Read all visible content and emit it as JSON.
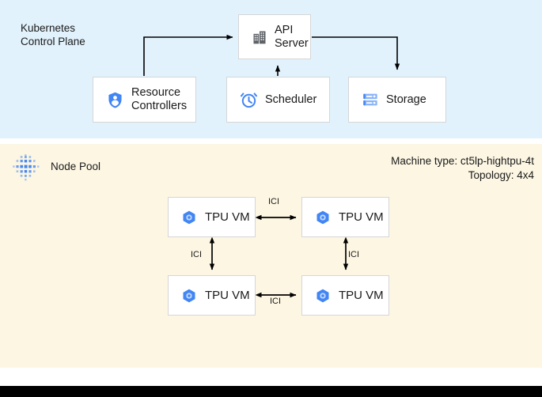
{
  "control_plane": {
    "title": "Kubernetes\nControl Plane",
    "background_color": "#e1f2fc",
    "boxes": [
      {
        "id": "api-server",
        "label": "API\nServer",
        "icon": "building-icon"
      },
      {
        "id": "resource-controllers",
        "label": "Resource\nControllers",
        "icon": "shield-user-icon"
      },
      {
        "id": "scheduler",
        "label": "Scheduler",
        "icon": "alarm-clock-icon"
      },
      {
        "id": "storage",
        "label": "Storage",
        "icon": "database-icon"
      }
    ]
  },
  "node_pool": {
    "label": "Node Pool",
    "icon": "node-pool-dots-icon",
    "background_color": "#fcf6e3",
    "machine_type": "Machine type: ct5lp-hightpu-4t",
    "topology": "Topology: 4x4",
    "vms": [
      {
        "id": "tpu-vm-1",
        "label": "TPU VM",
        "icon": "tpu-hexagon-icon"
      },
      {
        "id": "tpu-vm-2",
        "label": "TPU VM",
        "icon": "tpu-hexagon-icon"
      },
      {
        "id": "tpu-vm-3",
        "label": "TPU VM",
        "icon": "tpu-hexagon-icon"
      },
      {
        "id": "tpu-vm-4",
        "label": "TPU VM",
        "icon": "tpu-hexagon-icon"
      }
    ],
    "interconnects": [
      {
        "id": "ici-top",
        "label": "ICI"
      },
      {
        "id": "ici-bottom",
        "label": "ICI"
      },
      {
        "id": "ici-left",
        "label": "ICI"
      },
      {
        "id": "ici-right",
        "label": "ICI"
      }
    ]
  },
  "colors": {
    "accent_blue": "#4285f4",
    "icon_gray": "#5f6368",
    "control_plane_bg": "#e1f2fc",
    "node_pool_bg": "#fcf6e3",
    "box_bg": "#ffffff",
    "box_border": "#d6d6d6",
    "connector": "#000000",
    "bottom_bar": "#000000"
  }
}
